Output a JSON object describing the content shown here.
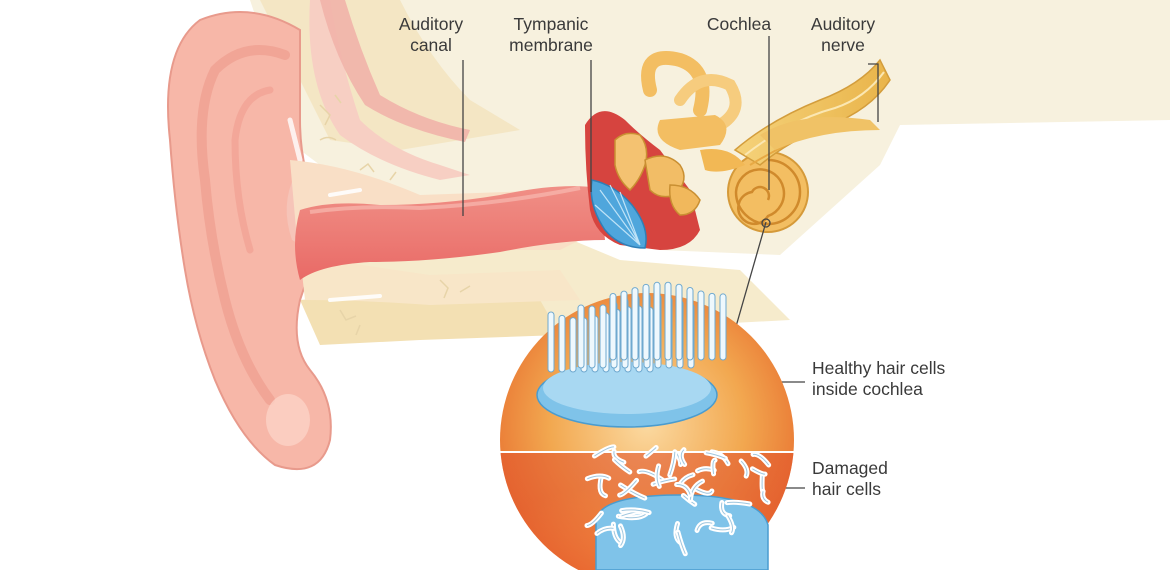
{
  "labels": {
    "auditory_canal": [
      "Auditory",
      "canal"
    ],
    "tympanic_membrane": [
      "Tympanic",
      "membrane"
    ],
    "cochlea": [
      "Cochlea"
    ],
    "auditory_nerve": [
      "Auditory",
      "nerve"
    ],
    "healthy_hair_cells": [
      "Healthy hair cells",
      "inside cochlea"
    ],
    "damaged_hair_cells": [
      "Damaged",
      "hair cells"
    ]
  },
  "colors": {
    "skin_outer": "#f7b7a8",
    "skin_inner": "#f39d8e",
    "canal": "#ee7d78",
    "bone": "#f6edd5",
    "cochlea": "#f3be62",
    "nerve": "#f1c35c",
    "eardrum": "#4fa6dc",
    "middle_ear_red": "#d6443f",
    "hair_cell_base": "#7fc3e9",
    "magnifier_orange": "#f1a54a",
    "label_text": "#3a3a3a"
  }
}
